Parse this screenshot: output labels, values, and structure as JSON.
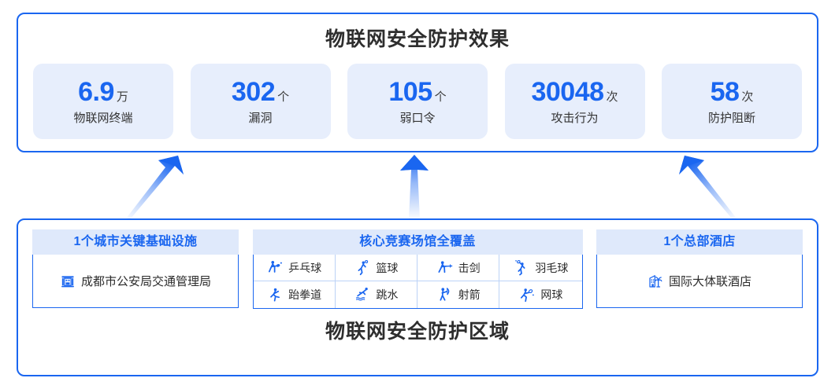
{
  "colors": {
    "accent": "#1a66f0",
    "card_bg": "#e7eefc",
    "header_bg": "#dfe9fb",
    "title_text": "#2e2e2e",
    "cell_border": "#bcd2f6"
  },
  "top_panel": {
    "title": "物联网安全防护效果",
    "stats": [
      {
        "value": "6.9",
        "unit": "万",
        "label": "物联网终端"
      },
      {
        "value": "302",
        "unit": "个",
        "label": "漏洞"
      },
      {
        "value": "105",
        "unit": "个",
        "label": "弱口令"
      },
      {
        "value": "30048",
        "unit": "次",
        "label": "攻击行为"
      },
      {
        "value": "58",
        "unit": "次",
        "label": "防护阻断"
      }
    ]
  },
  "arrows": [
    {
      "name": "arrow-up-right",
      "direction": "up-right"
    },
    {
      "name": "arrow-up",
      "direction": "up"
    },
    {
      "name": "arrow-up-left",
      "direction": "up-left"
    }
  ],
  "bottom_panel": {
    "title": "物联网安全防护区域",
    "groups": {
      "infrastructure": {
        "header": "1个城市关键基础设施",
        "item_icon": "government-building-icon",
        "item_label": "成都市公安局交通管理局"
      },
      "venues": {
        "header": "核心竞赛场馆全覆盖",
        "items": [
          {
            "icon": "table-tennis-icon",
            "label": "乒乓球"
          },
          {
            "icon": "basketball-icon",
            "label": "篮球"
          },
          {
            "icon": "fencing-icon",
            "label": "击剑"
          },
          {
            "icon": "badminton-icon",
            "label": "羽毛球"
          },
          {
            "icon": "taekwondo-icon",
            "label": "跆拳道"
          },
          {
            "icon": "diving-icon",
            "label": "跳水"
          },
          {
            "icon": "archery-icon",
            "label": "射箭"
          },
          {
            "icon": "tennis-icon",
            "label": "网球"
          }
        ]
      },
      "hotel": {
        "header": "1个总部酒店",
        "item_icon": "hotel-palm-icon",
        "item_label": "国际大体联酒店"
      }
    }
  }
}
